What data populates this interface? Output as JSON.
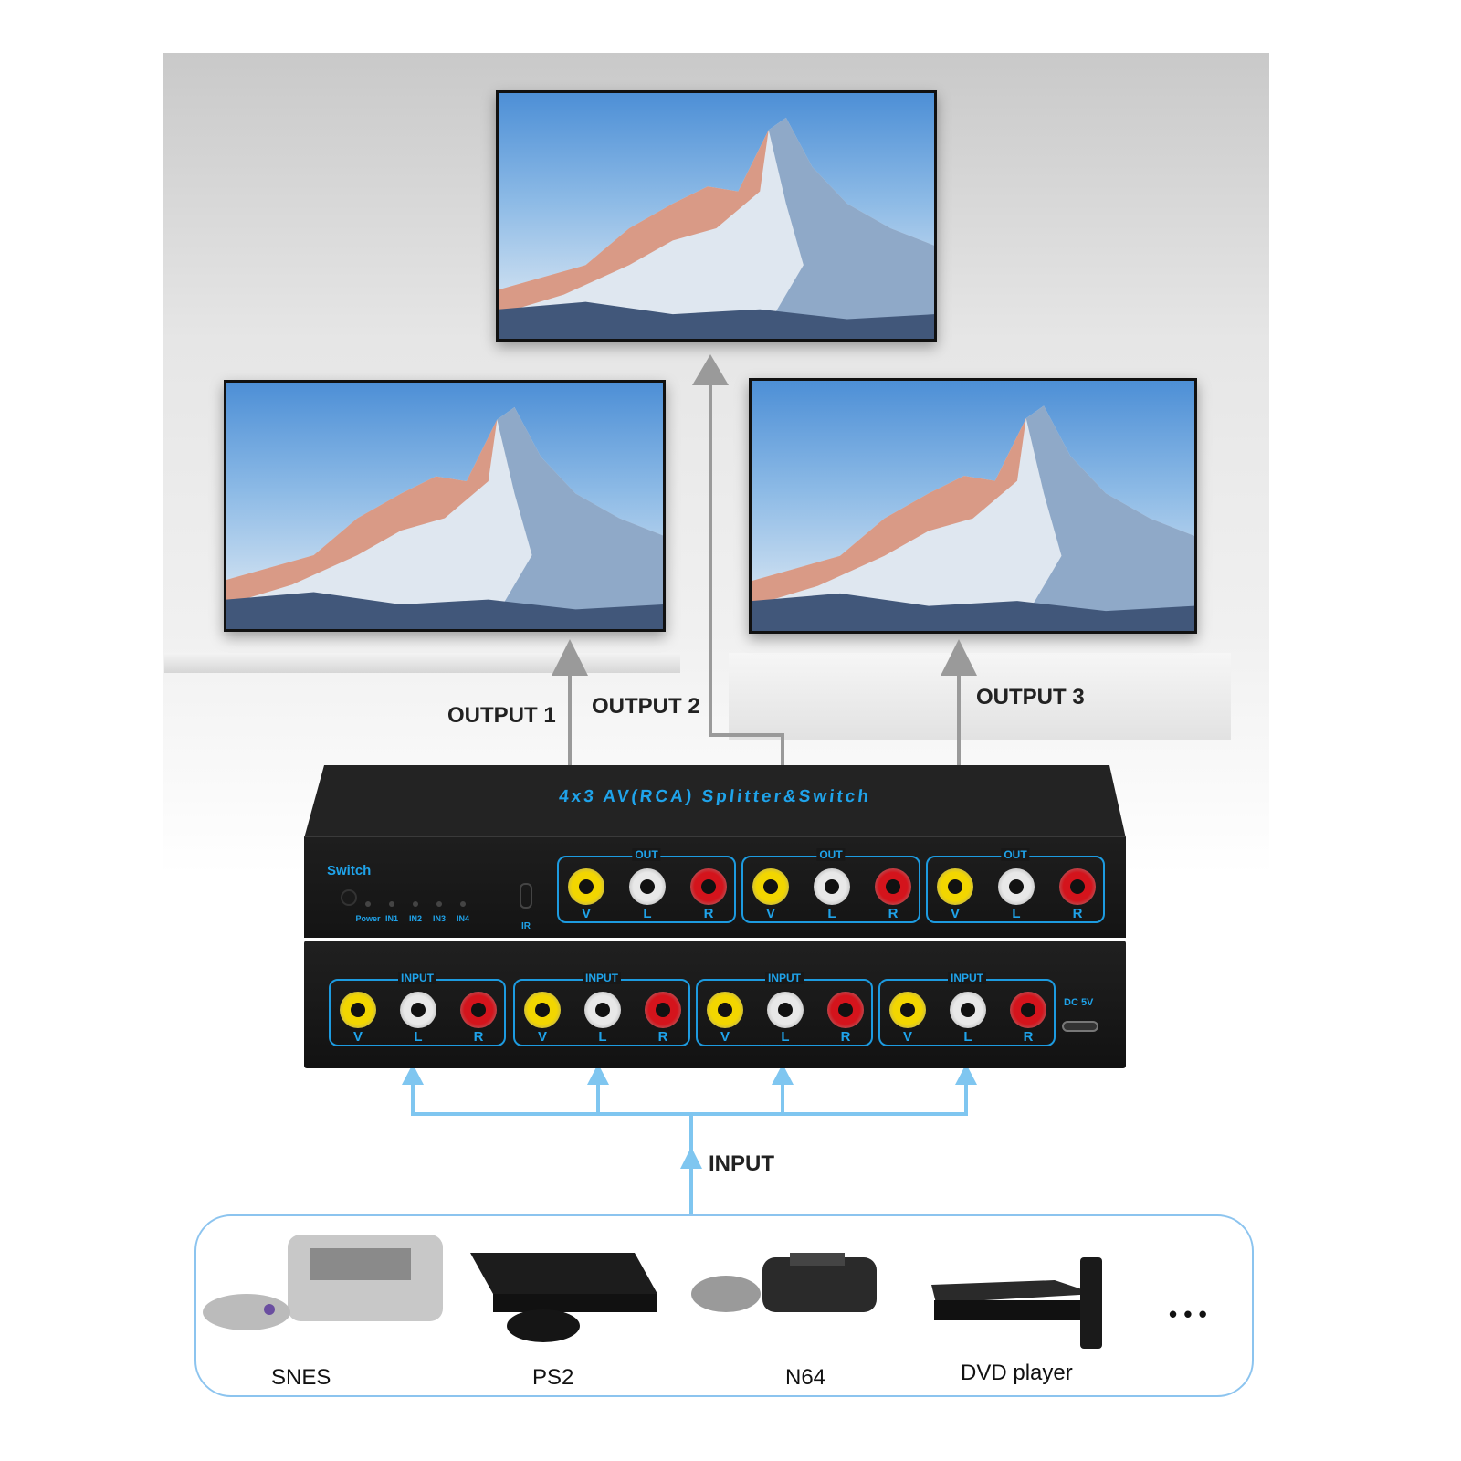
{
  "outputs": [
    "OUTPUT 1",
    "OUTPUT 2",
    "OUTPUT 3"
  ],
  "device": {
    "title": "4x3 AV(RCA) Splitter&Switch",
    "switch_label": "Switch",
    "leds": [
      "Power",
      "IN1",
      "IN2",
      "IN3",
      "IN4"
    ],
    "ir_label": "IR",
    "out_group_label": "OUT",
    "input_group_label": "INPUT",
    "port_labels": [
      "V",
      "L",
      "R"
    ],
    "dc_label": "DC 5V"
  },
  "input_arrow_label": "INPUT",
  "sources": [
    "SNES",
    "PS2",
    "N64",
    "DVD player"
  ],
  "more": "• • •",
  "colors": {
    "accent": "#1fa3ea",
    "arrow_gray": "#9a9a9a",
    "input_arrow": "#7fc6f0",
    "video": "#f2d600",
    "left": "#e8e8e8",
    "right": "#d4141c"
  }
}
